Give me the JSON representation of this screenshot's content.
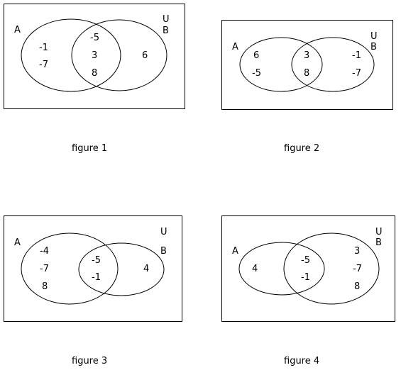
{
  "figures": [
    {
      "caption": "figure 1",
      "universe_label": "U",
      "set_a_label": "A",
      "set_b_label": "B",
      "only_a": [
        "-1",
        "-7"
      ],
      "a_and_b": [
        "-5",
        "3",
        "8"
      ],
      "only_b": [
        "6"
      ]
    },
    {
      "caption": "figure 2",
      "universe_label": "U",
      "set_a_label": "A",
      "set_b_label": "B",
      "only_a": [
        "6",
        "-5"
      ],
      "a_and_b": [
        "3",
        "8"
      ],
      "only_b": [
        "-1",
        "-7"
      ]
    },
    {
      "caption": "figure 3",
      "universe_label": "U",
      "set_a_label": "A",
      "set_b_label": "B",
      "only_a": [
        "-4",
        "-7",
        "8"
      ],
      "a_and_b": [
        "-5",
        "-1"
      ],
      "only_b": [
        "4"
      ]
    },
    {
      "caption": "figure 4",
      "universe_label": "U",
      "set_a_label": "A",
      "set_b_label": "B",
      "only_a": [
        "4"
      ],
      "a_and_b": [
        "-5",
        "-1"
      ],
      "only_b": [
        "3",
        "-7",
        "8"
      ]
    }
  ]
}
